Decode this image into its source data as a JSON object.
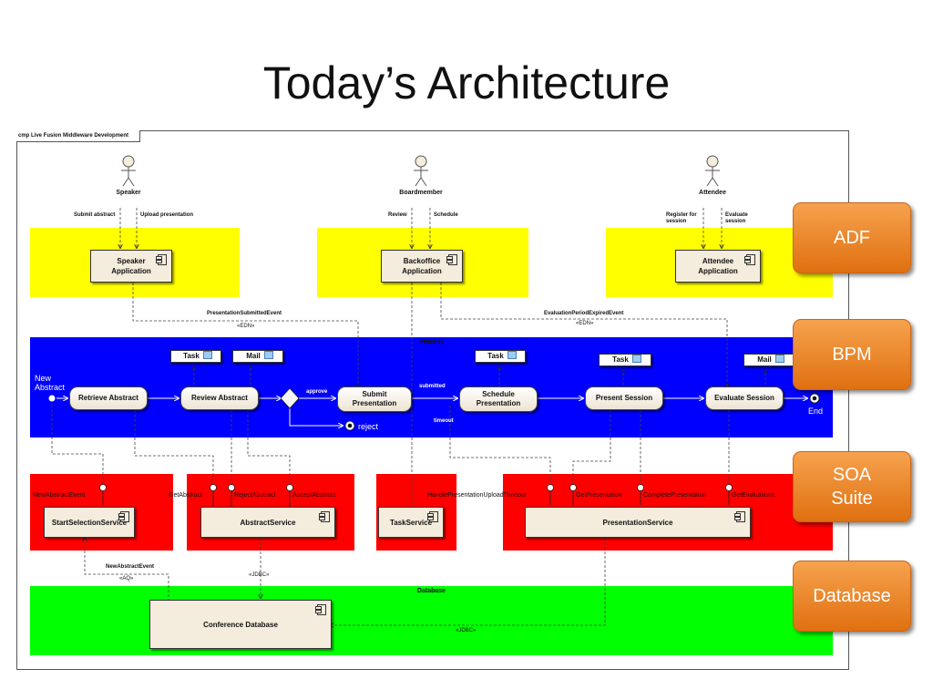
{
  "slide_title": "Today’s Architecture",
  "diagram_tab": "cmp Live Fusion Middleware Development",
  "actors": {
    "speaker": "Speaker",
    "boardmember": "Boardmember",
    "attendee": "Attendee"
  },
  "actor_actions": {
    "submit_abstract": "Submit abstract",
    "upload_presentation": "Upload presentation",
    "review": "Review",
    "schedule": "Schedule",
    "register_line1": "Register for",
    "register_line2": "session",
    "evaluate_line1": "Evaluate",
    "evaluate_line2": "session"
  },
  "adf_components": {
    "speaker_line1": "Speaker",
    "speaker_line2": "Application",
    "backoffice_line1": "Backoffice",
    "backoffice_line2": "Application",
    "attendee_line1": "Attendee",
    "attendee_line2": "Application"
  },
  "events": {
    "presentation_submitted": "PresentationSubmittedEvent",
    "edn1": "«EDN»",
    "evaluation_expired": "EvaluationPeriodExpiredEvent",
    "edn2": "«EDN»"
  },
  "process": {
    "label": "Process",
    "new_abstract_line1": "New",
    "new_abstract_line2": "Abstract",
    "retrieve": "Retrieve Abstract",
    "review": "Review Abstract",
    "approve": "approve",
    "submit_line1": "Submit",
    "submit_line2": "Presentation",
    "submitted": "submitted",
    "reject": "reject",
    "schedule_line1": "Schedule",
    "schedule_line2": "Presentation",
    "timeout": "timeout",
    "present": "Present Session",
    "evaluate": "Evaluate Session",
    "end": "End",
    "task": "Task",
    "mail": "Mail"
  },
  "soa": {
    "new_abstract_event": "NewAbstractEvent",
    "start_selection": "StartSelectionService",
    "get_abstract": "GetAbstract",
    "reject_abstract": "RejectAbstract",
    "accept_abstract": "AcceptAbstract",
    "abstract_service": "AbstractService",
    "task_service": "TaskService",
    "handle_timeout": "HandlePresentationUploadTimeout",
    "get_presentation": "GetPresentation",
    "complete_presentation": "CompletePresentation",
    "get_evaluations": "GetEvaluations",
    "presentation_service": "PresentationService"
  },
  "database": {
    "label": "Database",
    "conference_db": "Conference Database",
    "new_abstract_event": "NewAbstractEvent",
    "aq": "«AQ»",
    "jdbc1": "«JDBC»",
    "jdbc2": "«JDBC»"
  },
  "tech_labels": {
    "adf": "ADF",
    "bpm": "BPM",
    "soa_line1": "SOA",
    "soa_line2": "Suite",
    "database": "Database"
  },
  "colors": {
    "adf_band": "#ffff00",
    "process_band": "#0000ff",
    "soa_band": "#ff0000",
    "db_band": "#00ff00",
    "tech_orange": "#f08a2a"
  }
}
